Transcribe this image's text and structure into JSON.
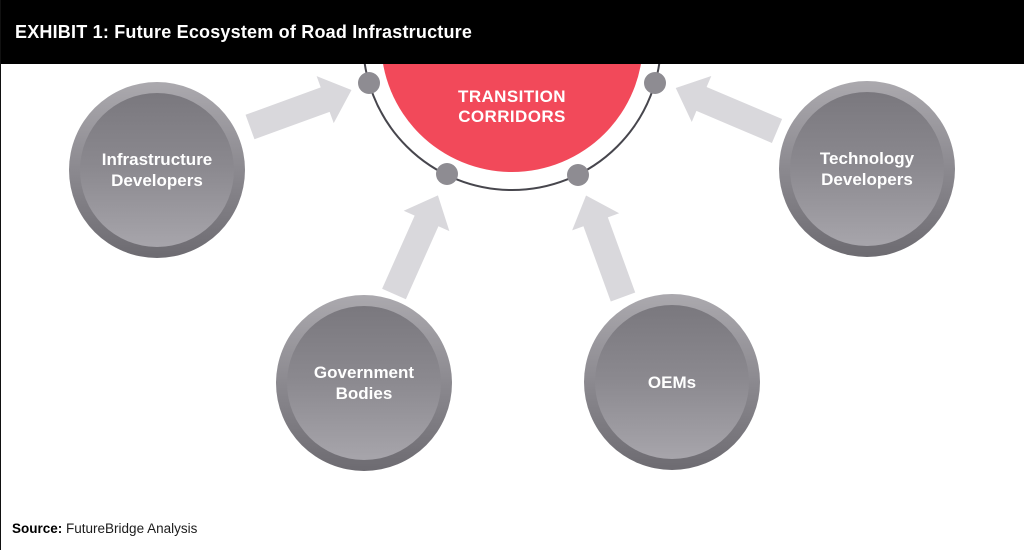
{
  "header": {
    "title": "EXHIBIT 1: Future Ecosystem of Road Infrastructure"
  },
  "diagram": {
    "center_node": {
      "label": "TRANSITION\nCORRIDORS",
      "color": "#F2495A",
      "text_color": "#FFFFFF"
    },
    "nodes": [
      {
        "label": "Infrastructure\nDevelopers"
      },
      {
        "label": "Technology\nDevelopers"
      },
      {
        "label": "Government\nBodies"
      },
      {
        "label": "OEMs"
      }
    ],
    "connections": [
      {
        "from": "Infrastructure Developers",
        "to": "Transition Corridors"
      },
      {
        "from": "Technology Developers",
        "to": "Transition Corridors"
      },
      {
        "from": "Government Bodies",
        "to": "Transition Corridors"
      },
      {
        "from": "OEMs",
        "to": "Transition Corridors"
      }
    ],
    "colors": {
      "center_red": "#F2495A",
      "arrow_gray": "#D9D8DC",
      "dot_gray": "#8E8C92",
      "arc_line": "#47464D",
      "node_ring_top": "#ABA9AE",
      "node_ring_bottom": "#6D6B71",
      "node_face_top": "#7A787E",
      "node_face_bottom": "#A7A5AB",
      "header_bg": "#000000"
    }
  },
  "footer": {
    "source_label": "Source:",
    "source_text": "FutureBridge Analysis"
  }
}
